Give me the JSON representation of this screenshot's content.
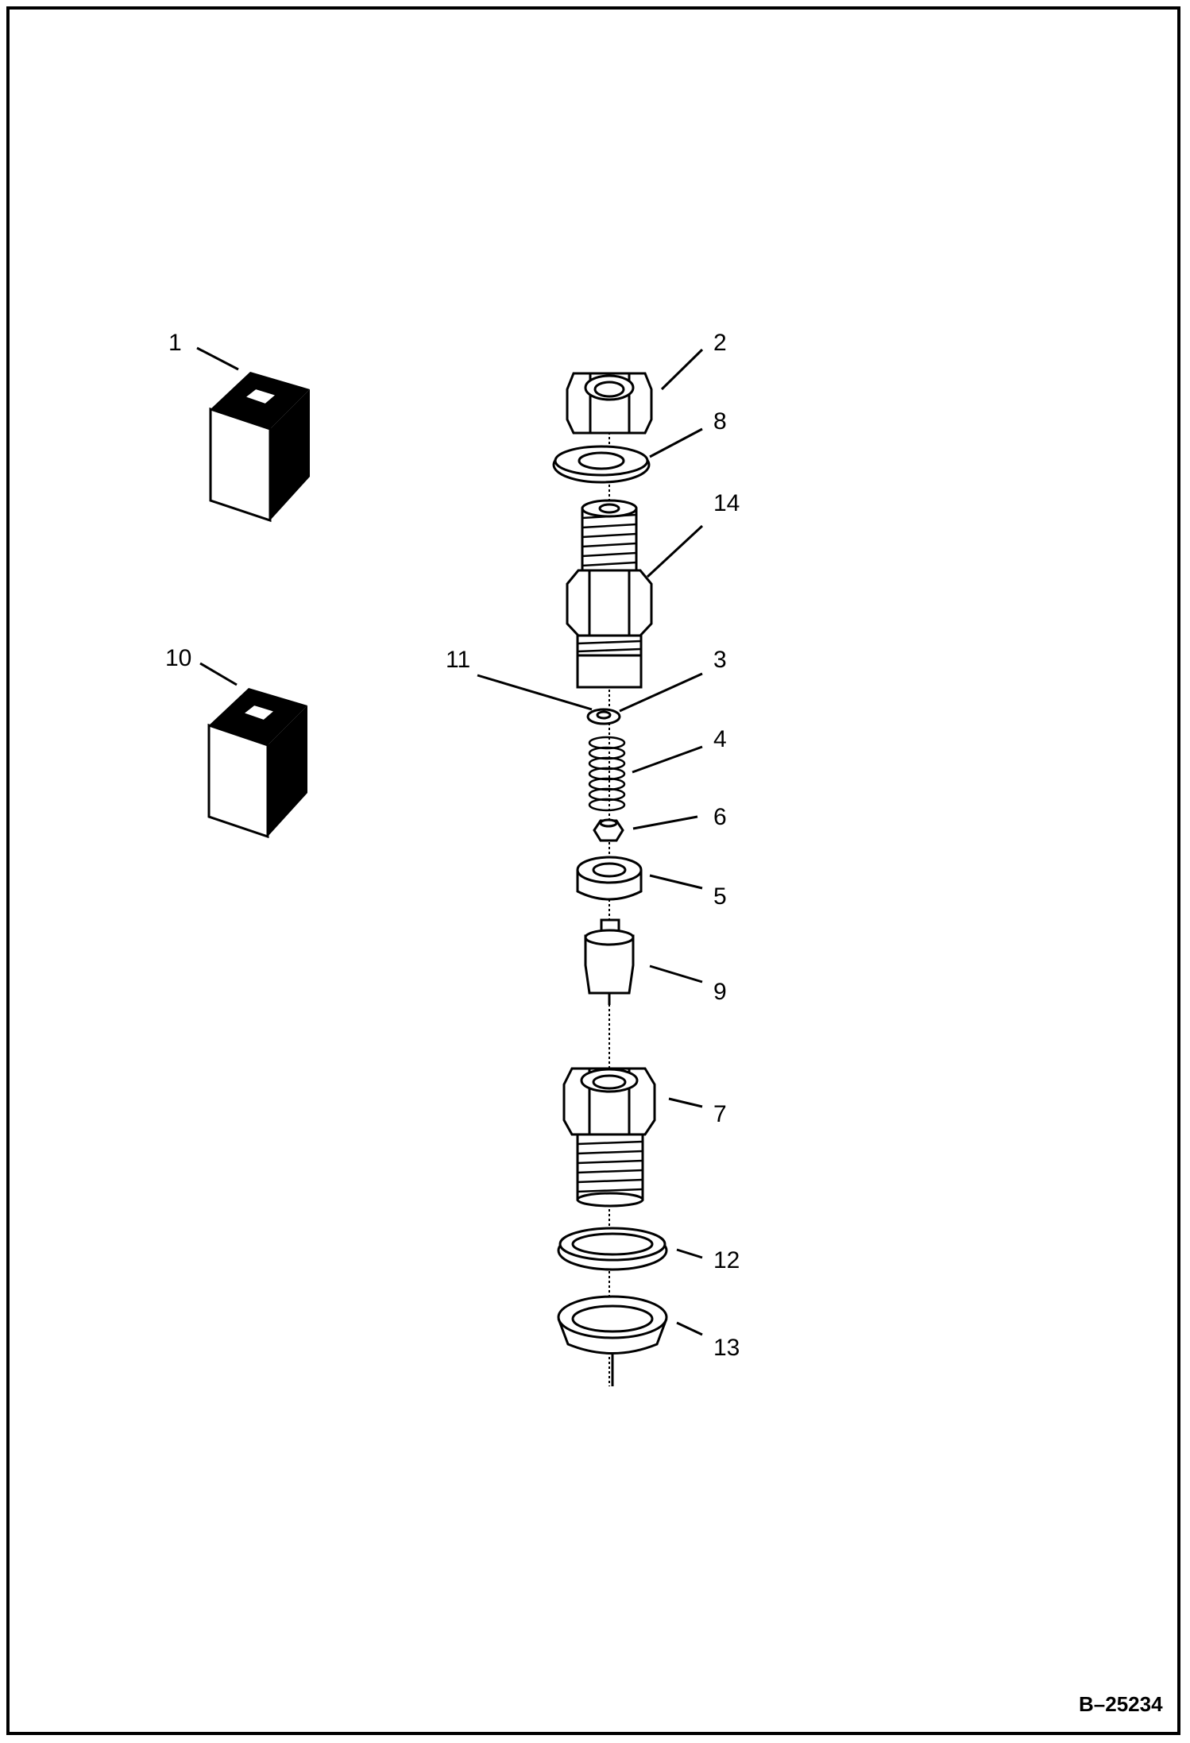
{
  "figure": {
    "id_label": "B–25234"
  },
  "callouts": {
    "c1": "1",
    "c2": "2",
    "c3": "3",
    "c4": "4",
    "c5": "5",
    "c6": "6",
    "c7": "7",
    "c8": "8",
    "c9": "9",
    "c10": "10",
    "c11": "11",
    "c12": "12",
    "c13": "13",
    "c14": "14"
  },
  "colors": {
    "ink": "#000000",
    "paper": "#ffffff"
  }
}
